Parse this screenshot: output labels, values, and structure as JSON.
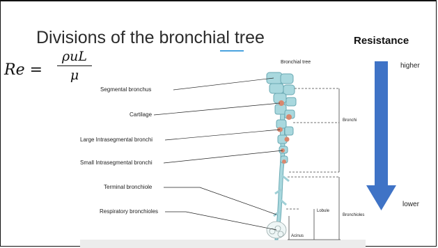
{
  "slide": {
    "title": "Divisions of the bronchial tree",
    "resistance_heading": "Resistance",
    "arrow_top_label": "higher",
    "arrow_bottom_label": "lower",
    "formula": {
      "lhs": "Re =",
      "numerator": "ρuL",
      "denominator": "μ"
    },
    "colors": {
      "arrow": "#3f73c6",
      "tube": "#a9d8de",
      "cartilage": "#d9876e",
      "title_underline": "#4aa3df"
    }
  },
  "diagram": {
    "heading": "Bronchial tree",
    "labels": [
      "Segmental bronchus",
      "Cartilage",
      "Large Intrasegmental bronchi",
      "Small Intrasegmental bronchi",
      "Terminal bronchiole",
      "Respiratory bronchioles"
    ],
    "bracket_labels": {
      "bronchi": "Bronchi",
      "bronchioles": "Bronchioles",
      "lobule": "Lobule",
      "acinus": "Acinus"
    }
  }
}
